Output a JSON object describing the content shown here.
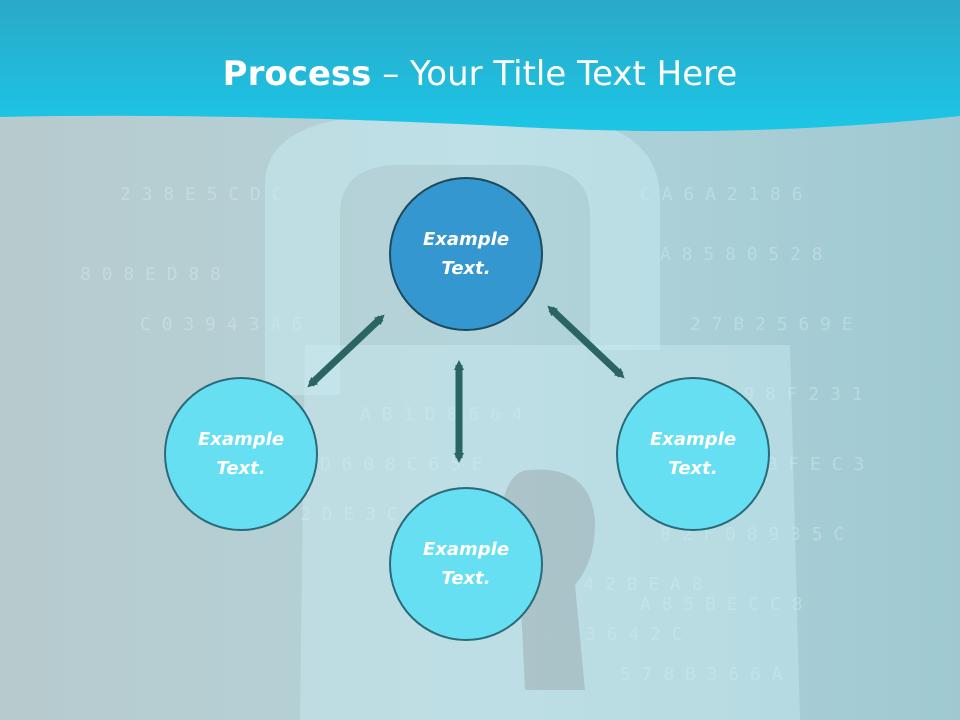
{
  "title": {
    "bold": "Process",
    "dash": " – ",
    "rest": "Your Title Text Here"
  },
  "nodes": [
    {
      "id": "top",
      "line1": "Example",
      "line2": "Text."
    },
    {
      "id": "left",
      "line1": "Example",
      "line2": "Text."
    },
    {
      "id": "right",
      "line1": "Example",
      "line2": "Text."
    },
    {
      "id": "bottom",
      "line1": "Example",
      "line2": "Text."
    }
  ],
  "colors": {
    "header": "#1fc3e3",
    "primary_node": "#3597cf",
    "secondary_node": "#67dff2",
    "node_border": "#2a5f6c",
    "arrow": "#2a6463"
  }
}
